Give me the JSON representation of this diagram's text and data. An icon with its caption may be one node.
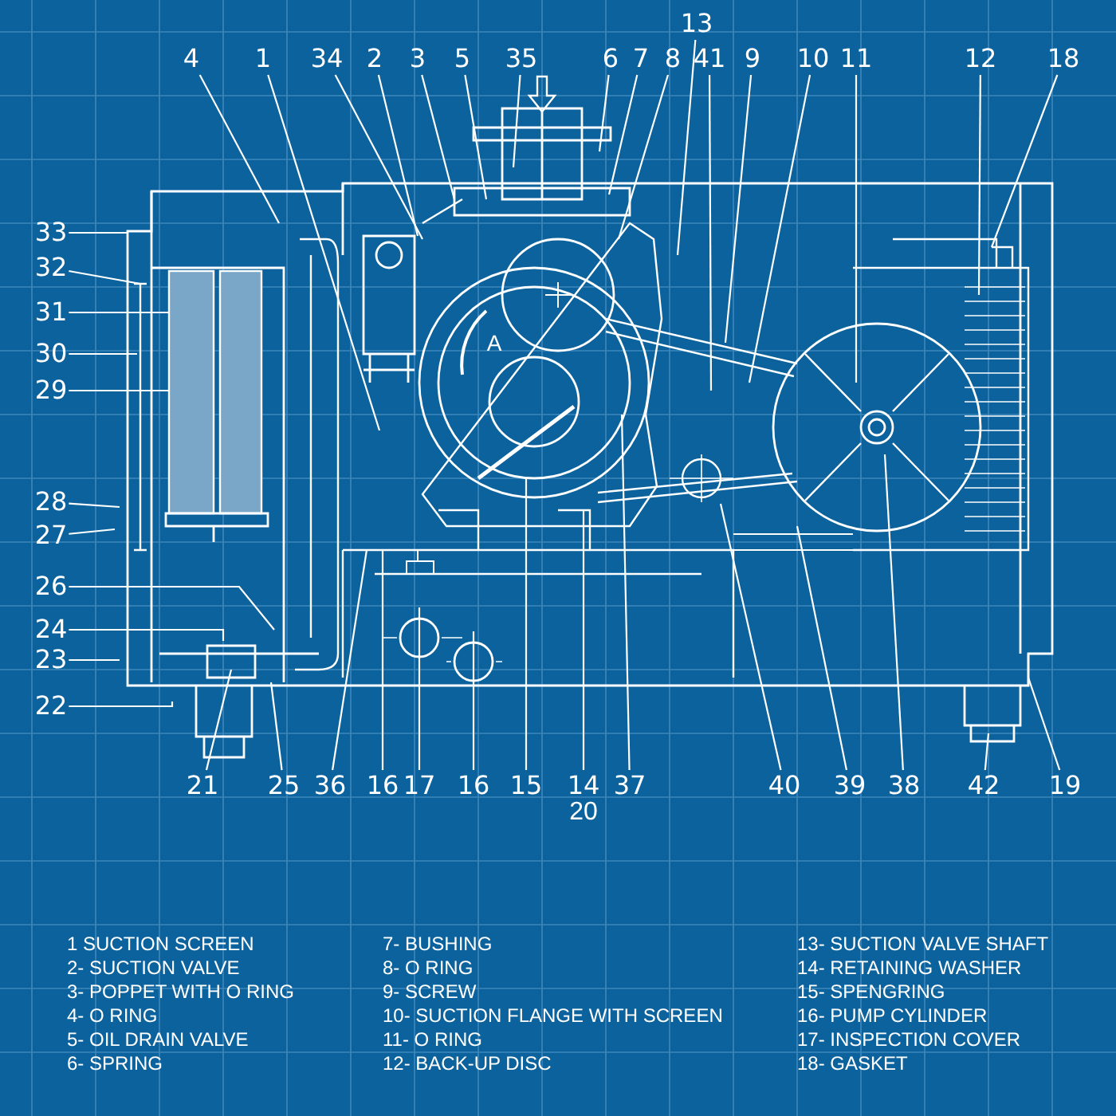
{
  "diagram": {
    "nodes": [
      {
        "text": [
          "4"
        ]
      },
      {
        "text": [
          "1"
        ]
      },
      {
        "text": [
          "34"
        ]
      },
      {
        "text": [
          "2"
        ]
      },
      {
        "text": [
          "3"
        ]
      },
      {
        "text": [
          "5"
        ]
      },
      {
        "text": [
          "35"
        ]
      },
      {
        "text": [
          "6"
        ]
      },
      {
        "text": [
          "7"
        ]
      },
      {
        "text": [
          "8"
        ]
      },
      {
        "text": [
          "13"
        ]
      },
      {
        "text": [
          "41"
        ]
      },
      {
        "text": [
          "9"
        ]
      },
      {
        "text": [
          "10"
        ]
      },
      {
        "text": [
          "11"
        ]
      },
      {
        "text": [
          "12"
        ]
      },
      {
        "text": [
          "18"
        ]
      },
      {
        "text": [
          "33"
        ]
      },
      {
        "text": [
          "32"
        ]
      },
      {
        "text": [
          "31"
        ]
      },
      {
        "text": [
          "30"
        ]
      },
      {
        "text": [
          "29"
        ]
      },
      {
        "text": [
          "28"
        ]
      },
      {
        "text": [
          "27"
        ]
      },
      {
        "text": [
          "26"
        ]
      },
      {
        "text": [
          "24"
        ]
      },
      {
        "text": [
          "23"
        ]
      },
      {
        "text": [
          "22"
        ]
      },
      {
        "text": [
          "21"
        ]
      },
      {
        "text": [
          "25"
        ]
      },
      {
        "text": [
          "36"
        ]
      },
      {
        "text": [
          "16"
        ]
      },
      {
        "text": [
          "17"
        ]
      },
      {
        "text": [
          "16"
        ]
      },
      {
        "text": [
          "15"
        ]
      },
      {
        "text": [
          "14"
        ]
      },
      {
        "text": [
          "37"
        ]
      },
      {
        "text": [
          "40"
        ]
      },
      {
        "text": [
          "39"
        ]
      },
      {
        "text": [
          "38"
        ]
      },
      {
        "text": [
          "42"
        ]
      },
      {
        "text": [
          "19"
        ]
      }
    ],
    "edges": [
      {
        "from": 0,
        "to": null,
        "arrow": "none"
      },
      {
        "from": 1,
        "to": null,
        "arrow": "none"
      },
      {
        "from": 2,
        "to": null,
        "arrow": "none"
      },
      {
        "from": 3,
        "to": null,
        "arrow": "none"
      },
      {
        "from": 4,
        "to": null,
        "arrow": "none"
      },
      {
        "from": 5,
        "to": null,
        "arrow": "none"
      },
      {
        "from": 6,
        "to": null,
        "arrow": "none"
      },
      {
        "from": 7,
        "to": null,
        "arrow": "none"
      },
      {
        "from": 8,
        "to": null,
        "arrow": "none"
      },
      {
        "from": 9,
        "to": null,
        "arrow": "none"
      },
      {
        "from": 10,
        "to": null,
        "arrow": "none"
      },
      {
        "from": 11,
        "to": null,
        "arrow": "none"
      },
      {
        "from": 12,
        "to": null,
        "arrow": "none"
      },
      {
        "from": 13,
        "to": null,
        "arrow": "none"
      },
      {
        "from": 14,
        "to": null,
        "arrow": "none"
      },
      {
        "from": 15,
        "to": null,
        "arrow": "none"
      },
      {
        "from": 16,
        "to": null,
        "arrow": "none"
      },
      {
        "from": 17,
        "to": null,
        "arrow": "none"
      },
      {
        "from": 18,
        "to": null,
        "arrow": "none"
      },
      {
        "from": 19,
        "to": null,
        "arrow": "none"
      },
      {
        "from": 20,
        "to": null,
        "arrow": "none"
      },
      {
        "from": 21,
        "to": null,
        "arrow": "none"
      },
      {
        "from": 22,
        "to": null,
        "arrow": "none"
      },
      {
        "from": 23,
        "to": null,
        "arrow": "none"
      },
      {
        "from": 24,
        "to": null,
        "arrow": "none"
      },
      {
        "from": 25,
        "to": null,
        "arrow": "none"
      },
      {
        "from": 26,
        "to": null,
        "arrow": "none"
      },
      {
        "from": 27,
        "to": null,
        "arrow": "none"
      },
      {
        "from": 28,
        "to": null,
        "arrow": "none"
      },
      {
        "from": 29,
        "to": null,
        "arrow": "none"
      },
      {
        "from": 30,
        "to": null,
        "arrow": "none"
      },
      {
        "from": 31,
        "to": null,
        "arrow": "none"
      },
      {
        "from": 32,
        "to": null,
        "arrow": "none"
      },
      {
        "from": 33,
        "to": null,
        "arrow": "none"
      },
      {
        "from": 34,
        "to": null,
        "arrow": "none"
      },
      {
        "from": 35,
        "to": null,
        "arrow": "none"
      },
      {
        "from": 36,
        "to": null,
        "arrow": "none"
      },
      {
        "from": 37,
        "to": null,
        "arrow": "none"
      },
      {
        "from": 38,
        "to": null,
        "arrow": "none"
      },
      {
        "from": 39,
        "to": null,
        "arrow": "none"
      },
      {
        "from": 40,
        "to": null,
        "arrow": "none"
      },
      {
        "from": 41,
        "to": null,
        "arrow": "none"
      }
    ],
    "labels": [
      "A",
      "20",
      "1 SUCTION SCREEN",
      "2- SUCTION VALVE",
      "3- POPPET WITH O RING",
      "4- O RING",
      "5- OIL DRAIN VALVE",
      "6- SPRING",
      "7- BUSHING",
      "8- O RING",
      "9- SCREW",
      "10- SUCTION FLANGE WITH SCREEN",
      "11- O RING",
      "12- BACK-UP DISC",
      "13- SUCTION VALVE SHAFT",
      "14- RETAINING WASHER",
      "15- SPENGRING",
      "16- PUMP CYLINDER",
      "17- INSPECTION COVER",
      "18- GASKET"
    ]
  }
}
